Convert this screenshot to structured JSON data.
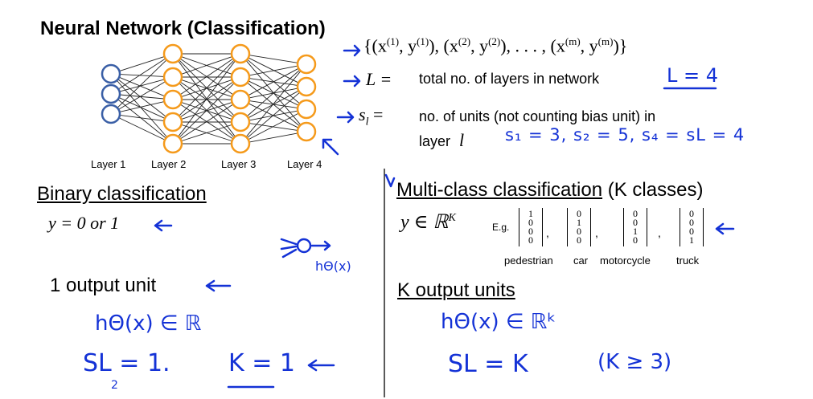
{
  "title": "Neural Network (Classification)",
  "dataset_formula": "{(x(1), y(1)), (x(2), y(2)), . . . , (x(m), y(m))}",
  "dataset": {
    "open": "{(x",
    "s1": "(1)",
    "p1": ", y",
    "s2": "(1)",
    "p2": "), (x",
    "s3": "(2)",
    "p3": ", y",
    "s4": "(2)",
    "p4": "), . . . , (x",
    "s5": "(m)",
    "p5": ", y",
    "s6": "(m)",
    "close": ")}"
  },
  "definitions": [
    {
      "symbol": "L =",
      "text": "total no. of layers in network"
    },
    {
      "symbol": "s",
      "sub": "l",
      "eq": " =",
      "text_line1": "no. of units (not counting bias unit) in",
      "text_line2_prefix": "layer",
      "text_line2_var": "l"
    }
  ],
  "layers": [
    "Layer 1",
    "Layer 2",
    "Layer 3",
    "Layer 4"
  ],
  "binary": {
    "heading": "Binary classification",
    "formula": "y = 0 or 1",
    "output_units": "1 output unit"
  },
  "multiclass": {
    "heading": "Multi-class classification",
    "heading_suffix": " (K classes)",
    "formula": "y ∈ ℝ",
    "formula_sup": "K",
    "eg": "E.g.",
    "vectors": [
      {
        "label": "pedestrian",
        "values": [
          "1",
          "0",
          "0",
          "0"
        ]
      },
      {
        "label": "car",
        "values": [
          "0",
          "1",
          "0",
          "0"
        ]
      },
      {
        "label": "motorcycle",
        "values": [
          "0",
          "0",
          "1",
          "0"
        ]
      },
      {
        "label": "truck",
        "values": [
          "0",
          "0",
          "0",
          "1"
        ]
      }
    ],
    "output_units": "K output units"
  },
  "handwriting": {
    "L_value": "L = 4",
    "s_values": "s₁ = 3,  s₂ = 5,  s₄ = sL = 4",
    "h_binary": "hΘ(x)",
    "h_real": "hΘ(x) ∈ ℝ",
    "sl_one": "SL = 1.",
    "sl_sub": "2",
    "k_one": "K = 1",
    "h_realk": "hΘ(x) ∈ ℝᵏ",
    "s2k": "SL = K",
    "kge3": "(K ≥ 3)"
  },
  "colors": {
    "input_node": "#3a5fa6",
    "hidden_node": "#f59a1b",
    "ink": "#1432d6"
  }
}
